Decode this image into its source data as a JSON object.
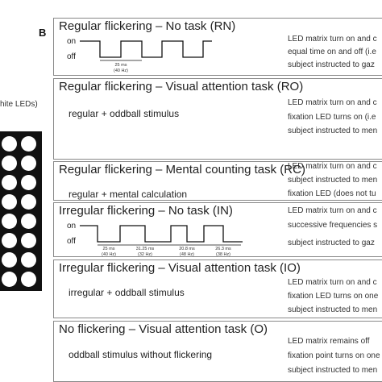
{
  "leds_label": "hite LEDs)",
  "panel_letter": "B",
  "on_label": "on",
  "off_label": "off",
  "conditions": [
    {
      "title": "Regular flickering – No task (RN)",
      "body": "",
      "desc": [
        "LED matrix turn on and c",
        "equal time on and off (i.e",
        "subject instructed to gaz"
      ],
      "wave_ticks": [
        {
          "ms": "25 ms",
          "hz": "(40 Hz)"
        }
      ]
    },
    {
      "title": "Regular flickering – Visual attention task (RO)",
      "body": "regular + oddball stimulus",
      "desc": [
        "LED matrix turn on and c",
        "fixation LED turns on (i.e",
        "subject instructed to men"
      ]
    },
    {
      "title": "Regular flickering – Mental counting task (RC)",
      "body": "regular + mental calculation",
      "desc": [
        "LED matrix turn on and c",
        "subject instructed to men",
        "fixation LED (does not tu"
      ]
    },
    {
      "title": "Irregular flickering – No task (IN)",
      "body": "",
      "desc": [
        "LED matrix turn on and c",
        "successive frequencies s",
        "subject instructed to gaz"
      ],
      "wave_ticks": [
        {
          "ms": "25 ms",
          "hz": "(40 Hz)"
        },
        {
          "ms": "31.25 ms",
          "hz": "(32 Hz)"
        },
        {
          "ms": "20.8 ms",
          "hz": "(48 Hz)"
        },
        {
          "ms": "26.3 ms",
          "hz": "(38 Hz)"
        }
      ]
    },
    {
      "title": "Irregular flickering – Visual attention task (IO)",
      "body": "irregular + oddball stimulus",
      "desc": [
        "LED matrix turn on and c",
        "fixation LED turns on one",
        "subject instructed to men"
      ]
    },
    {
      "title": "No flickering – Visual attention task (O)",
      "body": "oddball stimulus without flickering",
      "desc": [
        "LED matrix remains off",
        "fixation point turns on one",
        "subject instructed to men"
      ]
    }
  ]
}
